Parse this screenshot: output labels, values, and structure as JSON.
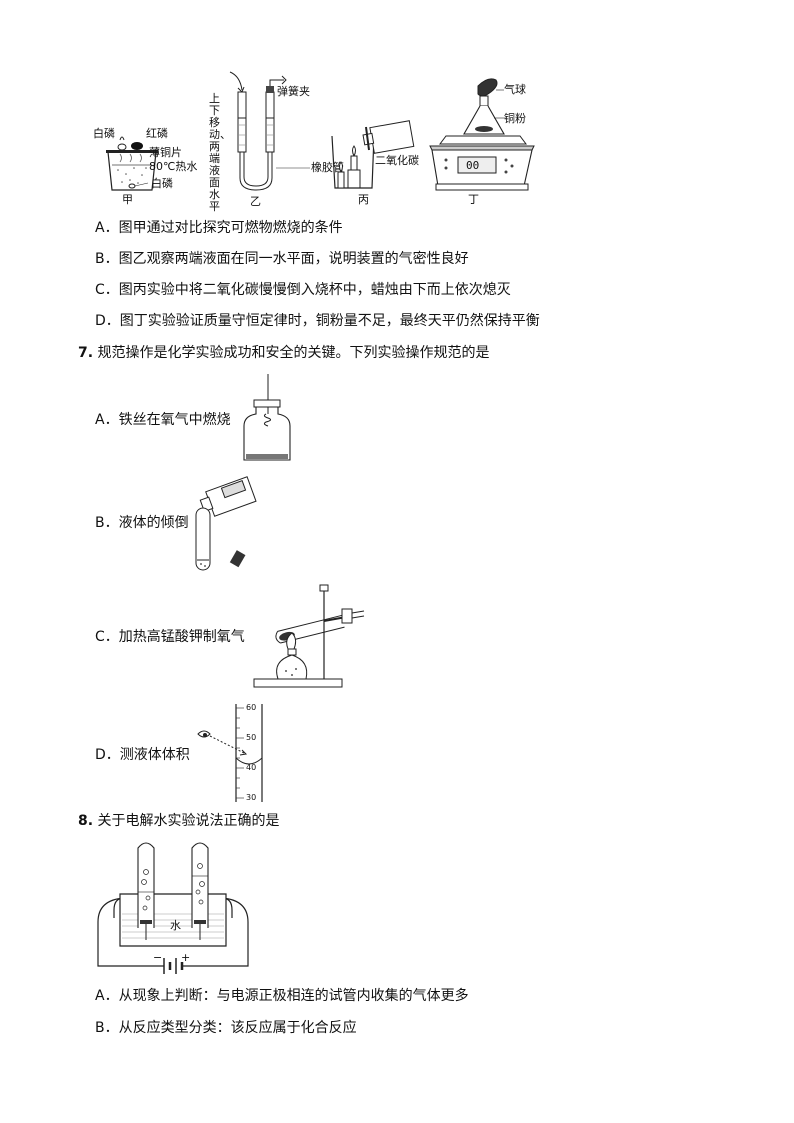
{
  "fig6": {
    "jia": {
      "label": "甲",
      "bailin_top": "白磷",
      "honglin": "红磷",
      "copper_sheet": "薄铜片",
      "hot_water": "80℃热水",
      "bailin_bottom": "白磷"
    },
    "yi": {
      "label": "乙",
      "vertical_note": "上下移动、两端液面水平",
      "spring_clip": "弹簧夹",
      "rubber_tube": "橡胶管"
    },
    "bing": {
      "label": "丙",
      "co2": "二氧化碳"
    },
    "ding": {
      "label": "丁",
      "balloon": "气球",
      "copper_powder": "铜粉",
      "display": "00"
    }
  },
  "q6_options": [
    "A．图甲通过对比探究可燃物燃烧的条件",
    "B．图乙观察两端液面在同一水平面，说明装置的气密性良好",
    "C．图丙实验中将二氧化碳慢慢倒入烧杯中，蜡烛由下而上依次熄灭",
    "D．图丁实验验证质量守恒定律时，铜粉量不足，最终天平仍然保持平衡"
  ],
  "q7": {
    "number": "7.",
    "stem": "规范操作是化学实验成功和安全的关键。下列实验操作规范的是",
    "options": [
      "A．铁丝在氧气中燃烧",
      "B．液体的倾倒",
      "C．加热高锰酸钾制氧气",
      "D．测液体体积"
    ],
    "cylinder_ticks": [
      "60",
      "50",
      "40",
      "30"
    ]
  },
  "q8": {
    "number": "8.",
    "stem": "关于电解水实验说法正确的是",
    "water_label": "水",
    "minus": "−",
    "plus": "+",
    "options": [
      "A．从现象上判断：与电源正极相连的试管内收集的气体更多",
      "B．从反应类型分类：该反应属于化合反应"
    ]
  }
}
